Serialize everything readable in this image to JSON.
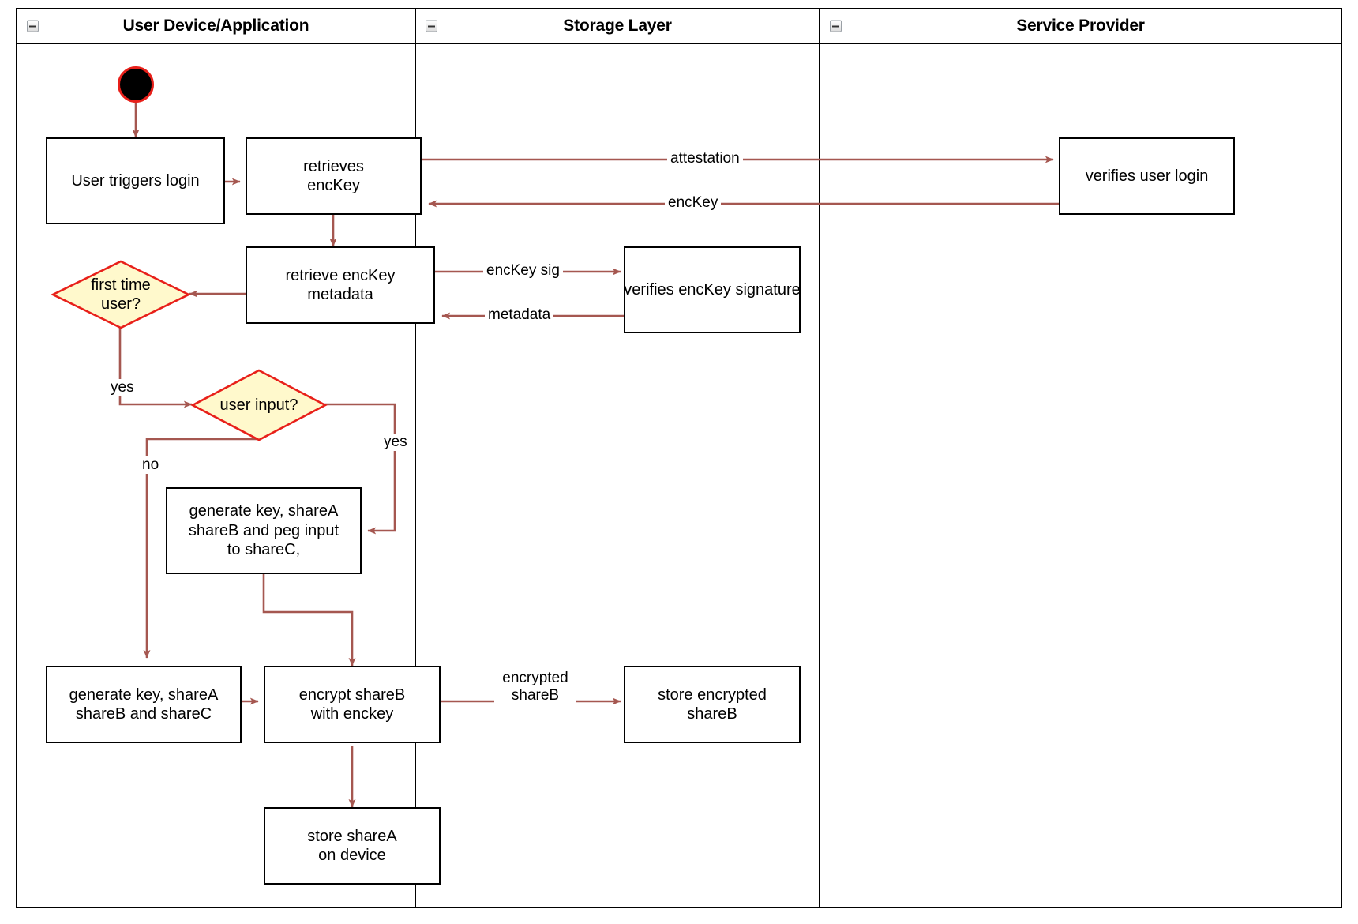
{
  "diagram": {
    "type": "uml-activity-swimlane",
    "title_present": false,
    "colors": {
      "node_border": "#000000",
      "node_fill": "#ffffff",
      "decision_border": "#e8201a",
      "decision_fill": "#fff9cc",
      "edge": "#a55750",
      "start_fill": "#000000",
      "start_border": "#e8201a",
      "lane_border": "#000000"
    }
  },
  "lanes": [
    {
      "id": "user-device",
      "label": "User Device/Application",
      "collapse_icon": "collapse-minus-icon"
    },
    {
      "id": "storage-layer",
      "label": "Storage Layer",
      "collapse_icon": "collapse-minus-icon"
    },
    {
      "id": "service-provider",
      "label": "Service Provider",
      "collapse_icon": "collapse-minus-icon"
    }
  ],
  "nodes": [
    {
      "id": "start",
      "kind": "initial-node",
      "lane": "user-device",
      "label": ""
    },
    {
      "id": "user-triggers-login",
      "kind": "action",
      "lane": "user-device",
      "label": "User triggers login"
    },
    {
      "id": "retrieves-enckey",
      "kind": "action",
      "lane": "user-device",
      "label_lines": [
        "retrieves",
        "encKey"
      ]
    },
    {
      "id": "verifies-user-login",
      "kind": "action",
      "lane": "service-provider",
      "label": "verifies user login"
    },
    {
      "id": "retrieve-enckey-metadata",
      "kind": "action",
      "lane": "user-device",
      "label_lines": [
        "retrieve encKey",
        "metadata"
      ]
    },
    {
      "id": "verifies-enckey-signature",
      "kind": "action",
      "lane": "storage-layer",
      "label": "verifies encKey signature"
    },
    {
      "id": "first-time-user",
      "kind": "decision",
      "lane": "user-device",
      "label_lines": [
        "first time",
        "user?"
      ]
    },
    {
      "id": "user-input",
      "kind": "decision",
      "lane": "user-device",
      "label": "user input?"
    },
    {
      "id": "generate-key-peg",
      "kind": "action",
      "lane": "user-device",
      "label_lines": [
        "generate key, shareA",
        "shareB and peg input",
        "to shareC,"
      ]
    },
    {
      "id": "generate-key-sharec",
      "kind": "action",
      "lane": "user-device",
      "label_lines": [
        "generate key, shareA",
        "shareB and shareC"
      ]
    },
    {
      "id": "encrypt-shareb",
      "kind": "action",
      "lane": "user-device",
      "label_lines": [
        "encrypt shareB",
        "with enckey"
      ]
    },
    {
      "id": "store-encrypted-shareb",
      "kind": "action",
      "lane": "storage-layer",
      "label_lines": [
        "store encrypted",
        "shareB"
      ]
    },
    {
      "id": "store-sharea",
      "kind": "action",
      "lane": "user-device",
      "label_lines": [
        "store shareA",
        "on device"
      ]
    }
  ],
  "edges": [
    {
      "id": "e-start-login",
      "from": "start",
      "to": "user-triggers-login",
      "label": ""
    },
    {
      "id": "e-login-retrieves",
      "from": "user-triggers-login",
      "to": "retrieves-enckey",
      "label": ""
    },
    {
      "id": "e-attestation",
      "from": "retrieves-enckey",
      "to": "verifies-user-login",
      "label": "attestation"
    },
    {
      "id": "e-enckey-return",
      "from": "verifies-user-login",
      "to": "retrieves-enckey",
      "label": "encKey"
    },
    {
      "id": "e-retrieves-metadata",
      "from": "retrieves-enckey",
      "to": "retrieve-enckey-metadata",
      "label": ""
    },
    {
      "id": "e-enckey-sig",
      "from": "retrieve-enckey-metadata",
      "to": "verifies-enckey-signature",
      "label": "encKey sig"
    },
    {
      "id": "e-metadata-return",
      "from": "verifies-enckey-signature",
      "to": "retrieve-enckey-metadata",
      "label": "metadata"
    },
    {
      "id": "e-metadata-firsttime",
      "from": "retrieve-enckey-metadata",
      "to": "first-time-user",
      "label": ""
    },
    {
      "id": "e-firsttime-yes",
      "from": "first-time-user",
      "to": "user-input",
      "label": "yes"
    },
    {
      "id": "e-userinput-yes",
      "from": "user-input",
      "to": "generate-key-peg",
      "label": "yes"
    },
    {
      "id": "e-userinput-no",
      "from": "user-input",
      "to": "generate-key-sharec",
      "label": "no"
    },
    {
      "id": "e-peg-encrypt",
      "from": "generate-key-peg",
      "to": "encrypt-shareb",
      "label": ""
    },
    {
      "id": "e-sharec-encrypt",
      "from": "generate-key-sharec",
      "to": "encrypt-shareb",
      "label": ""
    },
    {
      "id": "e-encrypted-shareb",
      "from": "encrypt-shareb",
      "to": "store-encrypted-shareb",
      "label_lines": [
        "encrypted",
        "shareB"
      ]
    },
    {
      "id": "e-encrypt-storesharea",
      "from": "encrypt-shareb",
      "to": "store-sharea",
      "label": ""
    }
  ],
  "edge_labels": {
    "attestation": "attestation",
    "enckey": "encKey",
    "enckey_sig": "encKey sig",
    "metadata": "metadata",
    "yes_firsttime": "yes",
    "yes_userinput": "yes",
    "no_userinput": "no",
    "encrypted_line1": "encrypted",
    "encrypted_line2": "shareB"
  },
  "node_text": {
    "user_triggers_login": "User triggers login",
    "retrieves_l1": "retrieves",
    "retrieves_l2": "encKey",
    "verifies_user_login": "verifies user login",
    "retrieve_meta_l1": "retrieve encKey",
    "retrieve_meta_l2": "metadata",
    "verifies_enckey_signature": "verifies encKey signature",
    "first_time_l1": "first time",
    "first_time_l2": "user?",
    "user_input": "user input?",
    "gen_peg_l1": "generate key, shareA",
    "gen_peg_l2": "shareB and peg input",
    "gen_peg_l3": "to shareC,",
    "gen_sharec_l1": "generate key, shareA",
    "gen_sharec_l2": "shareB and shareC",
    "encrypt_l1": "encrypt shareB",
    "encrypt_l2": "with enckey",
    "store_enc_l1": "store encrypted",
    "store_enc_l2": "shareB",
    "store_sharea_l1": "store shareA",
    "store_sharea_l2": "on device"
  }
}
